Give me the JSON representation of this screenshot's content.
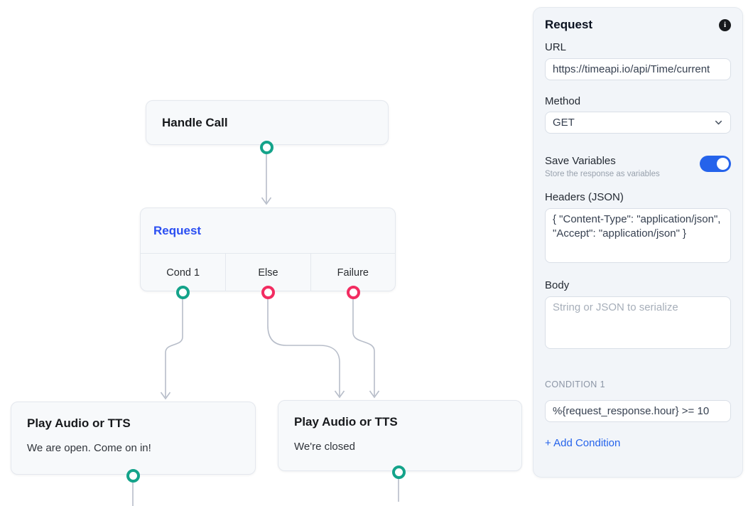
{
  "canvas": {
    "nodes": {
      "handle_call": {
        "title": "Handle Call"
      },
      "request": {
        "title": "Request",
        "selected": true,
        "outputs": [
          {
            "label": "Cond 1",
            "port": "teal"
          },
          {
            "label": "Else",
            "port": "pink"
          },
          {
            "label": "Failure",
            "port": "pink"
          }
        ]
      },
      "play_open": {
        "title": "Play Audio or TTS",
        "subtitle": "We are open. Come on in!"
      },
      "play_closed": {
        "title": "Play Audio or TTS",
        "subtitle": "We're closed"
      }
    }
  },
  "panel": {
    "title": "Request",
    "url": {
      "label": "URL",
      "value": "https://timeapi.io/api/Time/current"
    },
    "method": {
      "label": "Method",
      "value": "GET"
    },
    "save_variables": {
      "label": "Save Variables",
      "description": "Store the response as variables",
      "enabled": true
    },
    "headers": {
      "label": "Headers (JSON)",
      "value": "{ \"Content-Type\": \"application/json\", \"Accept\": \"application/json\" }"
    },
    "body": {
      "label": "Body",
      "value": "",
      "placeholder": "String or JSON to serialize"
    },
    "condition": {
      "label": "CONDITION 1",
      "value": "%{request_response.hour} >= 10"
    },
    "add_condition": "+ Add Condition"
  },
  "icons": {
    "info": "i"
  },
  "colors": {
    "port_success": "#14a38a",
    "port_failure": "#f22c61",
    "edge": "#b7bdc9",
    "node_selected_title": "#2b4ff2",
    "accent_blue": "#2563eb",
    "toggle_on": "#2563eb",
    "panel_bg": "#f2f5f9",
    "node_bg": "#f7f9fb"
  }
}
